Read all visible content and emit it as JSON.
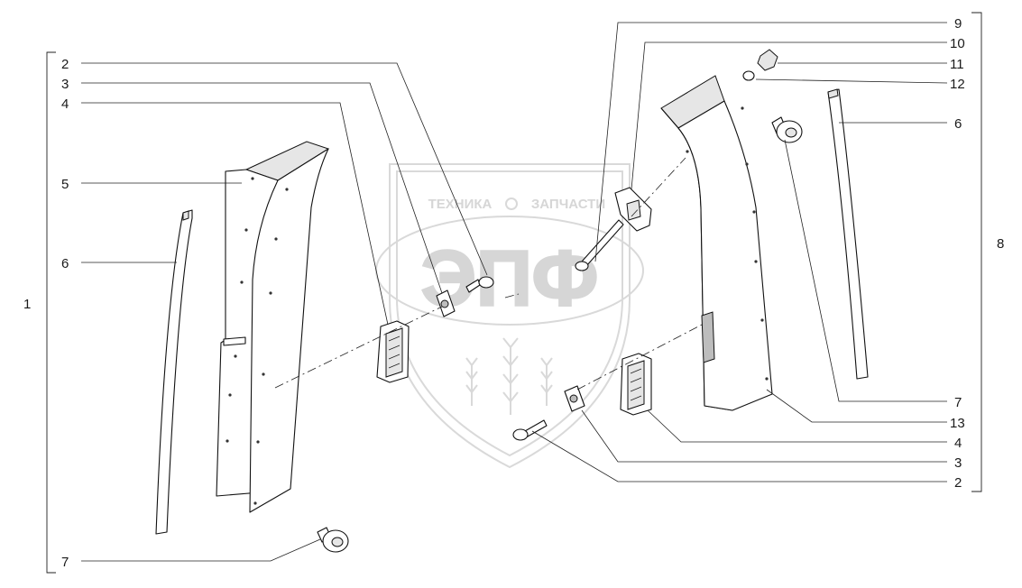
{
  "watermark": {
    "line1": "ТЕХНИКА",
    "line2": "ЗАПЧАСТИ",
    "logo": "ЭПФ"
  },
  "callouts": {
    "left": {
      "c2": "2",
      "c3": "3",
      "c4": "4",
      "c5": "5",
      "c6": "6",
      "c7": "7",
      "group": "1"
    },
    "right": {
      "c9": "9",
      "c10": "10",
      "c11": "11",
      "c12": "12",
      "c6": "6",
      "c7": "7",
      "c13": "13",
      "c4": "4",
      "c3": "3",
      "c2": "2",
      "group": "8"
    }
  },
  "colors": {
    "line": "#222222",
    "watermark": "#d9d9d9"
  }
}
